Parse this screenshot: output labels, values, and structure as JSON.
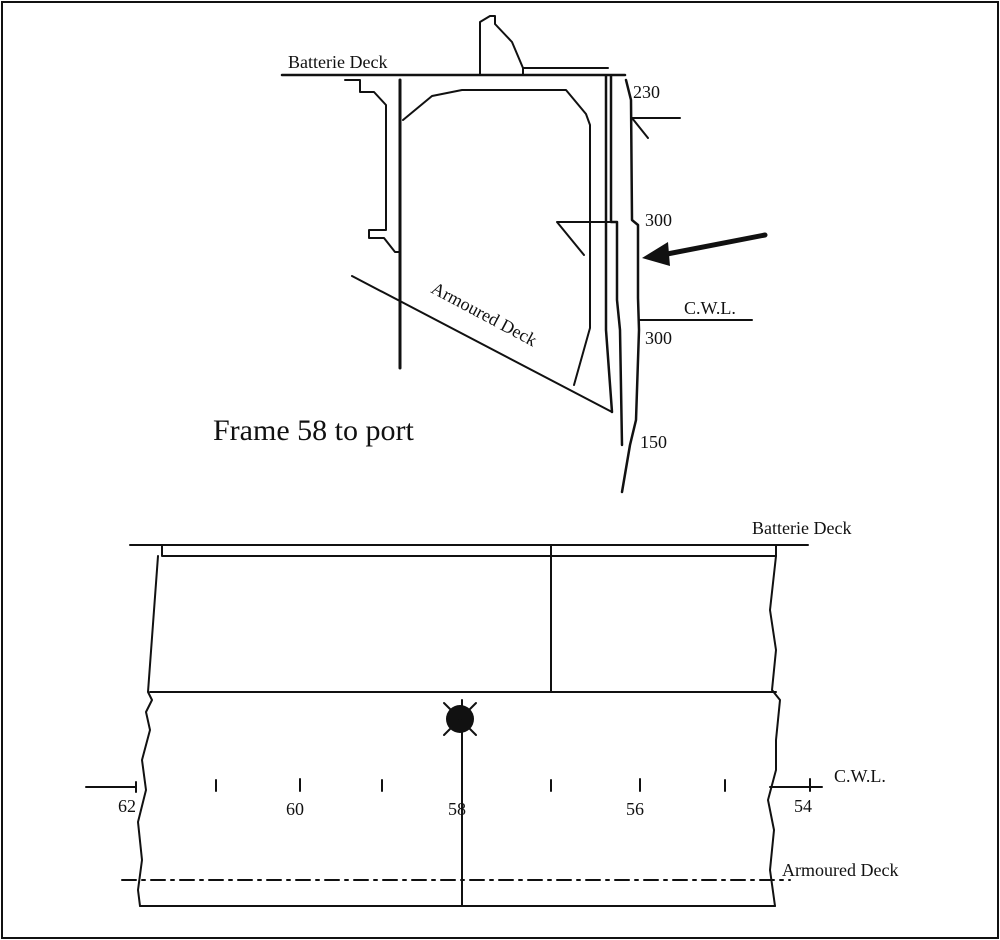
{
  "section": {
    "deck_top": "Batterie Deck",
    "deck_armour": "Armoured Deck",
    "waterline": "C.W.L.",
    "thickness_top": "230",
    "thickness_upper": "300",
    "thickness_lower": "300",
    "thickness_bottom": "150",
    "title": "Frame 58 to port"
  },
  "elevation": {
    "deck_top": "Batterie Deck",
    "waterline": "C.W.L.",
    "deck_armour": "Armoured Deck",
    "frames": [
      "62",
      "60",
      "58",
      "56",
      "54"
    ]
  },
  "colors": {
    "ink": "#111111",
    "background": "#ffffff"
  }
}
